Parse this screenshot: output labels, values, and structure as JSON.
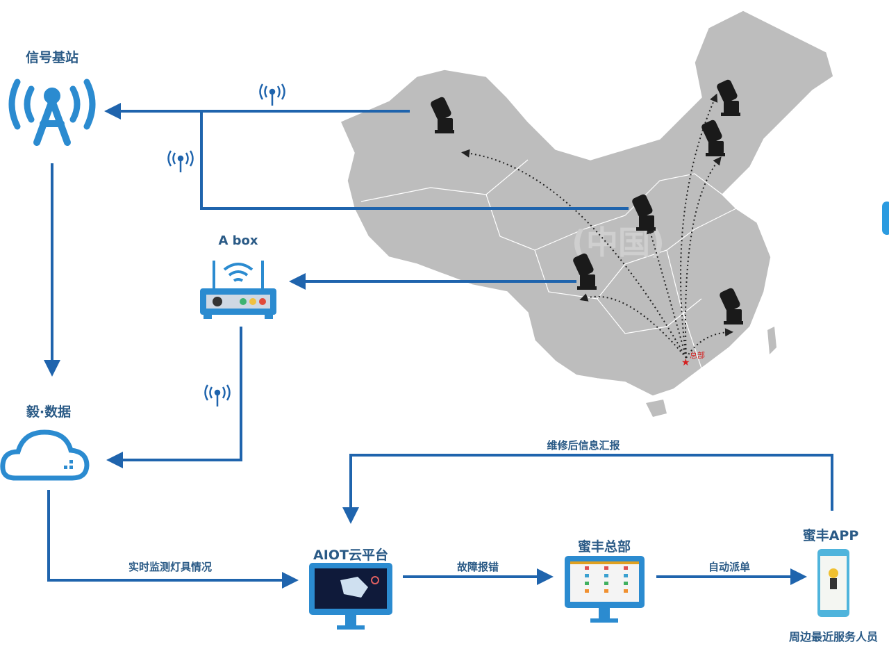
{
  "nodes": {
    "base_station": "信号基站",
    "data": "毅·数据",
    "abox": "A box",
    "aiot": "AIOT云平台",
    "hq": "蜜丰总部",
    "app": "蜜丰APP",
    "app_sub": "周边最近服务人员"
  },
  "edges": {
    "realtime": "实时监测灯具情况",
    "fault": "故障报错",
    "dispatch": "自动派单",
    "feedback": "维修后信息汇报"
  },
  "map": {
    "hq_marker": "总部",
    "watermark": "(中国)"
  },
  "colors": {
    "line": "#1f64ad",
    "icon": "#2b8bd0",
    "map": "#bdbdbd",
    "text": "#2a5a86"
  }
}
